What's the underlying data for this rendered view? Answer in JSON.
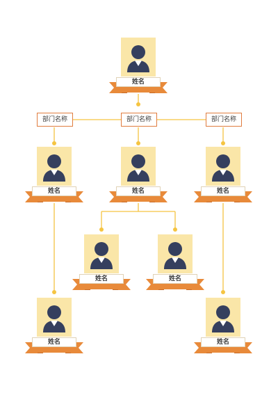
{
  "colors": {
    "connector": "#f5c441",
    "photo_bg": "#fae6a8",
    "person": "#353f5e",
    "ribbon": "#e88a3a",
    "ribbon_dark": "#c76a26",
    "dept_border": "#e07c3e"
  },
  "departments": [
    {
      "label": "部门名称"
    },
    {
      "label": "部门名称"
    },
    {
      "label": "部门名称"
    }
  ],
  "people": [
    {
      "name": "姓名",
      "icon": "person-icon"
    },
    {
      "name": "姓名",
      "icon": "person-icon"
    },
    {
      "name": "姓名",
      "icon": "person-icon"
    },
    {
      "name": "姓名",
      "icon": "person-icon"
    },
    {
      "name": "姓名",
      "icon": "person-icon"
    },
    {
      "name": "姓名",
      "icon": "person-icon"
    },
    {
      "name": "姓名",
      "icon": "person-icon"
    },
    {
      "name": "姓名",
      "icon": "person-icon"
    }
  ]
}
